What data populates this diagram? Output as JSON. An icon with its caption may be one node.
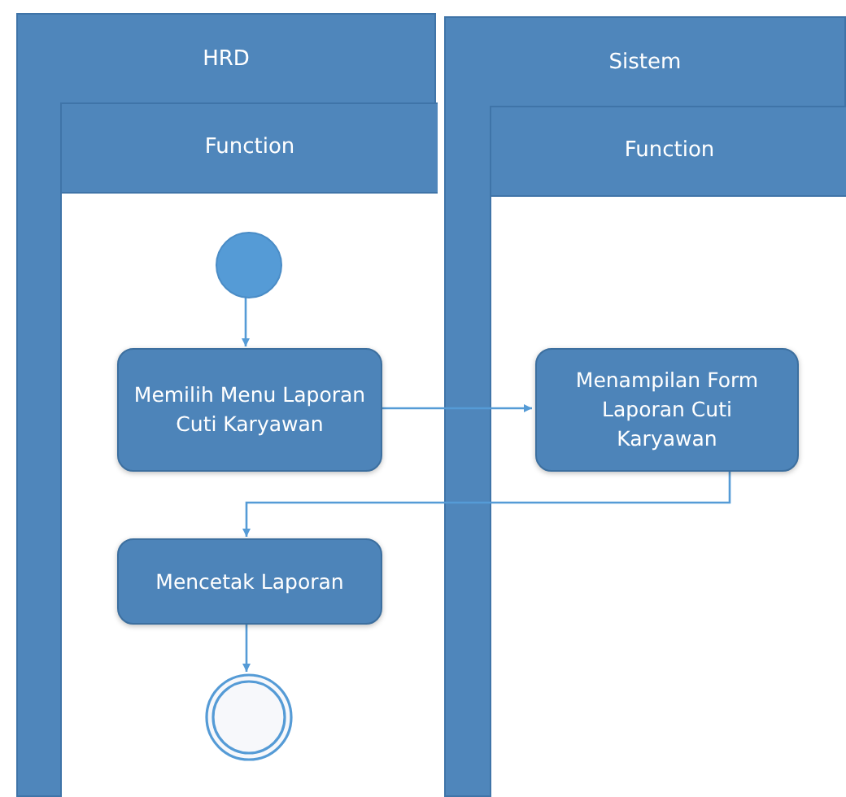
{
  "diagram": {
    "nodes": [
      {
        "text": [
          "HRD"
        ]
      },
      {
        "text": [
          "Function"
        ],
        "in": 0
      },
      {
        "text": [
          "Sistem"
        ]
      },
      {
        "text": [
          "Function"
        ],
        "in": 2
      },
      {
        "text": [],
        "shape": "circle",
        "in": 1
      },
      {
        "text": [
          "Memilih Menu Laporan Cuti Karyawan"
        ],
        "in": 1
      },
      {
        "text": [
          "Menampilan Form Laporan Cuti Karyawan"
        ],
        "in": 3
      },
      {
        "text": [
          "Mencetak Laporan"
        ],
        "in": 1
      },
      {
        "text": [],
        "shape": "final-circle",
        "in": 1
      }
    ],
    "edges": [
      {
        "from": 4,
        "to": 5,
        "arrow": "to"
      },
      {
        "from": 5,
        "to": 6,
        "arrow": "to"
      },
      {
        "from": 6,
        "to": 7,
        "arrow": "to"
      },
      {
        "from": 7,
        "to": 8,
        "arrow": "to"
      }
    ]
  }
}
